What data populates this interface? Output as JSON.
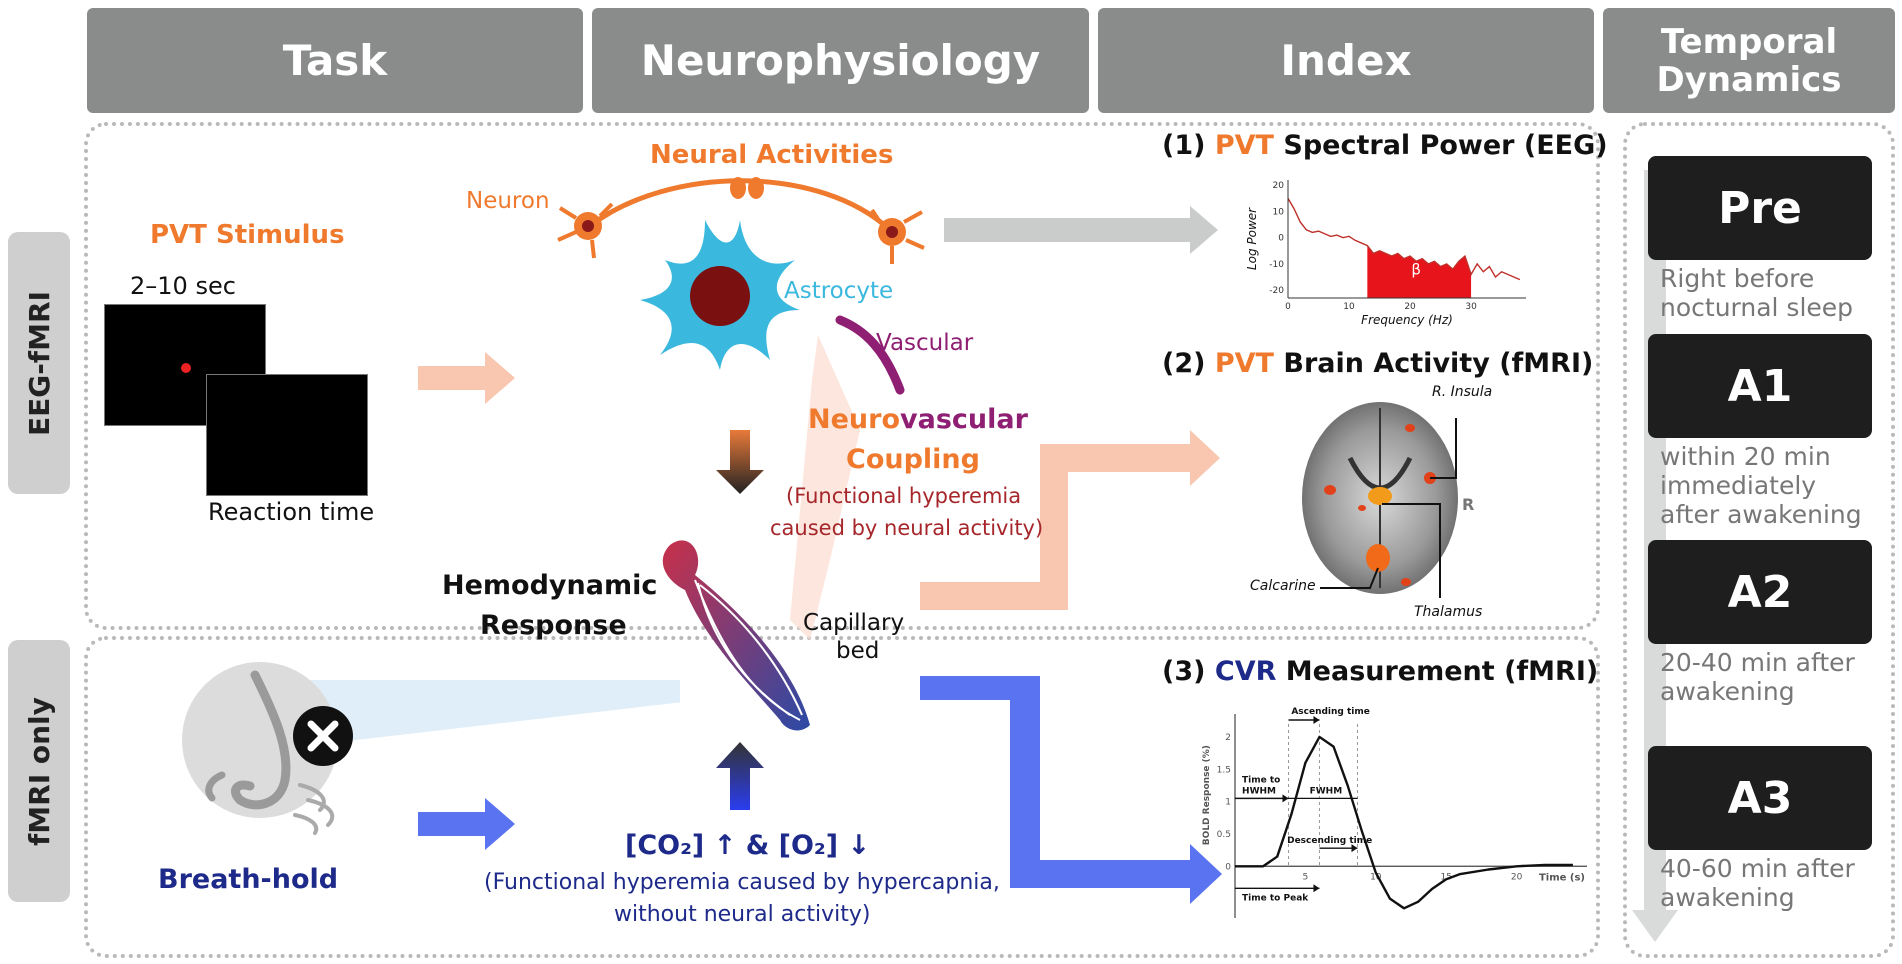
{
  "headers": {
    "task": "Task",
    "neurophysiology": "Neurophysiology",
    "index": "Index",
    "temporal_line1": "Temporal",
    "temporal_line2": "Dynamics"
  },
  "rows": {
    "eeg_fmri": "EEG-fMRI",
    "fmri_only": "fMRI only"
  },
  "task": {
    "pvt_stimulus_orange": "PVT",
    "pvt_stimulus_rest": " Stimulus",
    "interval": "2–10 sec",
    "reaction_time": "Reaction time",
    "breath_hold": "Breath-hold"
  },
  "neuro": {
    "neural_activities": "Neural Activities",
    "neuron": "Neuron",
    "astrocyte": "Astrocyte",
    "vascular": "Vascular",
    "coupling_neuro": "Neuro",
    "coupling_vascular": "vascular",
    "coupling_line2": "Coupling",
    "coupling_note1": "(Functional hyperemia",
    "coupling_note2": "caused by neural activity)",
    "hemodynamic1": "Hemodynamic",
    "hemodynamic2": "Response",
    "capillary1": "Capillary",
    "capillary2": "bed",
    "gas_label": "[CO₂] ↑ & [O₂] ↓",
    "gas_note1": "(Functional hyperemia caused by hypercapnia,",
    "gas_note2": "without neural activity)"
  },
  "index": {
    "i1_num": "(1) ",
    "i1_pvt": "PVT",
    "i1_rest": " Spectral Power (EEG)",
    "i2_num": "(2) ",
    "i2_pvt": "PVT",
    "i2_rest": " Brain Activity (fMRI)",
    "i3_num": "(3) ",
    "i3_cvr": "CVR",
    "i3_rest": " Measurement (fMRI)",
    "brain_labels": {
      "insula": "R. Insula",
      "r": "R",
      "calcarine": "Calcarine",
      "thalamus": "Thalamus"
    }
  },
  "temporal": [
    {
      "label": "Pre",
      "desc": "Right before\nnocturnal sleep"
    },
    {
      "label": "A1",
      "desc": "within 20 min\nimmediately\nafter awakening"
    },
    {
      "label": "A2",
      "desc": "20-40 min after\nawakening"
    },
    {
      "label": "A3",
      "desc": "40-60 min after\nawakening"
    }
  ],
  "colors": {
    "header_gray": "#8a8b8b",
    "orange": "#ef7a2e",
    "navy": "#1d2a8a",
    "purple": "#8e1f72",
    "cyan": "#3ab8de",
    "dark_red": "#a6262a",
    "blue_arrow": "#5a73f0",
    "peach_arrow": "#f9c6b0",
    "gray_arrow": "#c9cccb"
  },
  "chart_data": [
    {
      "type": "area",
      "xlabel": "Frequency (Hz)",
      "ylabel": "Log Power",
      "xticks": [
        0,
        10,
        20,
        30
      ],
      "yticks": [
        20,
        10,
        0,
        -10,
        -20
      ],
      "xlim": [
        0,
        39
      ],
      "ylim": [
        -23,
        22
      ],
      "shaded_range": [
        13,
        30
      ],
      "shaded_label": "β",
      "x": [
        0,
        1,
        2,
        3,
        4,
        5,
        6,
        7,
        8,
        9,
        10,
        11,
        12,
        13,
        14,
        15,
        16,
        17,
        18,
        19,
        20,
        21,
        22,
        23,
        24,
        25,
        26,
        27,
        28,
        29,
        30,
        31,
        32,
        33,
        34,
        35,
        36,
        37,
        38
      ],
      "y": [
        15,
        11,
        6,
        3,
        2,
        2.5,
        1.5,
        0.5,
        1,
        0,
        0.5,
        -1,
        -2,
        -3,
        -6,
        -5,
        -6,
        -7,
        -6,
        -8,
        -7,
        -9,
        -8,
        -10,
        -9,
        -11,
        -10,
        -12,
        -9,
        -7,
        -14,
        -10,
        -13,
        -11,
        -15,
        -13,
        -14,
        -15,
        -16
      ]
    },
    {
      "type": "line",
      "xlabel": "Time (s)",
      "ylabel": "BOLD Response (%)",
      "xticks": [
        5,
        10,
        15,
        20
      ],
      "yticks": [
        0,
        0.5,
        1,
        1.5,
        2
      ],
      "xlim": [
        0,
        25
      ],
      "ylim": [
        -0.8,
        2.2
      ],
      "x": [
        0,
        2,
        3,
        4,
        5,
        6,
        7,
        8,
        9,
        10,
        11,
        12,
        13,
        14,
        15,
        16,
        18,
        20,
        22,
        24
      ],
      "y": [
        0,
        0,
        0.15,
        0.8,
        1.6,
        2.0,
        1.85,
        1.25,
        0.55,
        -0.1,
        -0.5,
        -0.65,
        -0.55,
        -0.35,
        -0.2,
        -0.12,
        -0.05,
        0.0,
        0.02,
        0.02
      ],
      "annotations": [
        "Ascending time",
        "Time to HWHM",
        "FWHM",
        "Descending time",
        "Time to Peak"
      ]
    }
  ]
}
